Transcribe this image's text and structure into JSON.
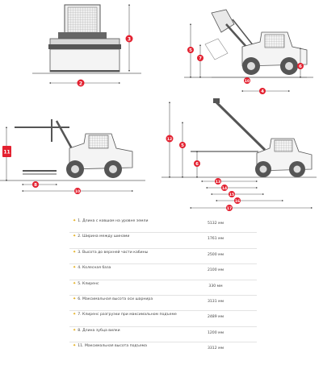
{
  "colors": {
    "accent": "#e3202f",
    "bullet": "#e0a400",
    "line": "#555555"
  },
  "dimension_markers": {
    "front_view": {
      "height": "3",
      "width": "2"
    },
    "side_view": {
      "dump_height": "5",
      "dump_reach": "7",
      "ground_clearance": "6",
      "wheelbase": "4",
      "overall_length": "10"
    },
    "left_view": {
      "pivot_height": "11",
      "fork_reach": "8",
      "length": "10"
    },
    "right_view": {
      "max_height": "12",
      "height_a": "5",
      "height_b": "6",
      "dim_13": "13",
      "dim_14": "14",
      "dim_15": "15",
      "dim_16": "16",
      "dim_17": "17"
    }
  },
  "specs": [
    {
      "label": "1. Длина с ковшом на уровне земли",
      "value": "5132 мм"
    },
    {
      "label": "2. Ширина между шинами",
      "value": "1761 мм"
    },
    {
      "label": "3. Высота до верхней части кабины",
      "value": "2500 мм"
    },
    {
      "label": "4. Колесная база",
      "value": "2100 мм"
    },
    {
      "label": "5. Клиренс",
      "value": "330 мм"
    },
    {
      "label": "6. Максимальная высота оси шарнира",
      "value": "3131 мм"
    },
    {
      "label": "7. Клиренс разгрузки при максимальном подъеме",
      "value": "2489 мм"
    },
    {
      "label": "8. Длина зубца вилки",
      "value": "1200 мм"
    },
    {
      "label": "11. Максимальная высота подъема",
      "value": "3312 мм"
    }
  ]
}
